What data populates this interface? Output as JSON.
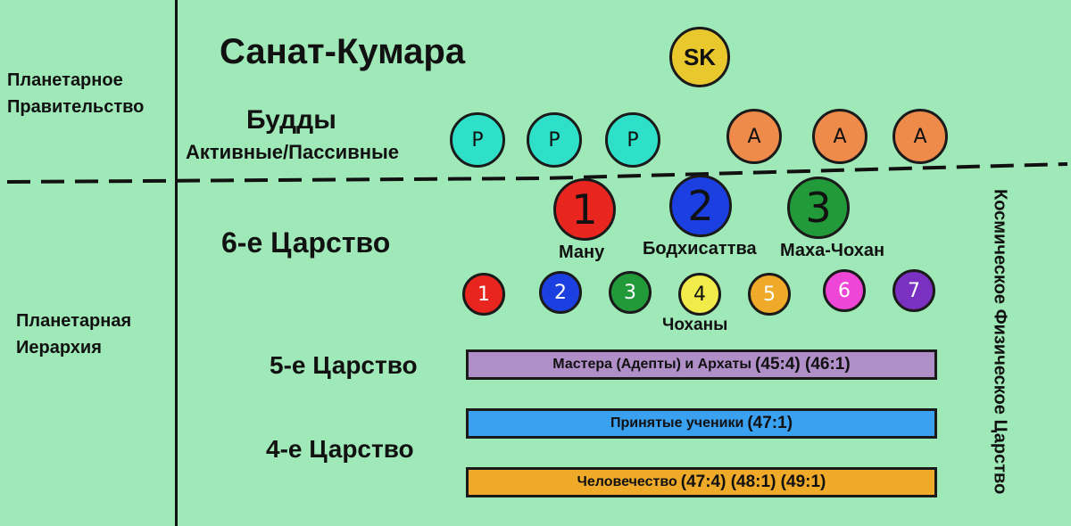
{
  "left_labels": {
    "planetary_government": [
      "Планетарное",
      "Правительство"
    ],
    "planetary_hierarchy": [
      "Планетарная",
      "Иерархия"
    ]
  },
  "sanat_kumara": {
    "title": "Санат-Кумара",
    "circle_text": "SK",
    "color": "#e8c82c"
  },
  "buddhas": {
    "title": "Будды",
    "subtitle": "Активные/Пассивные",
    "passive": {
      "letter": "Р",
      "color": "#2ee0c8",
      "count": 3
    },
    "active": {
      "letter": "А",
      "color": "#ee8a4a",
      "count": 3
    }
  },
  "sixth_kingdom": {
    "title": "6-е Царство",
    "leaders": [
      {
        "num": "1",
        "label": "Ману",
        "color": "#e8261f"
      },
      {
        "num": "2",
        "label": "Бодхисаттва",
        "color": "#1b3fe0"
      },
      {
        "num": "3",
        "label": "Маха-Чохан",
        "color": "#229a3a"
      }
    ],
    "chohans_label": "Чоханы",
    "chohans": [
      {
        "num": "1",
        "color": "#e8261f"
      },
      {
        "num": "2",
        "color": "#1b3fe0"
      },
      {
        "num": "3",
        "color": "#229a3a"
      },
      {
        "num": "4",
        "color": "#f2ec4a"
      },
      {
        "num": "5",
        "color": "#eeaa28"
      },
      {
        "num": "6",
        "color": "#ee46d6"
      },
      {
        "num": "7",
        "color": "#7a30c0"
      }
    ]
  },
  "fifth_kingdom": {
    "title": "5-е Царство",
    "bar_text": "Мастера (Адепты) и Архаты",
    "bar_nums": "(45:4) (46:1)",
    "bar_color": "#b08fc8"
  },
  "fourth_kingdom": {
    "title": "4-е Царство",
    "accepted_text": "Принятые ученики",
    "accepted_nums": "(47:1)",
    "accepted_color": "#3aa0f0",
    "humanity_text": "Человечество",
    "humanity_nums": "(47:4) (48:1) (49:1)",
    "humanity_color": "#eeaa28"
  },
  "cosmic_label": "Космическое Физическое Царство"
}
